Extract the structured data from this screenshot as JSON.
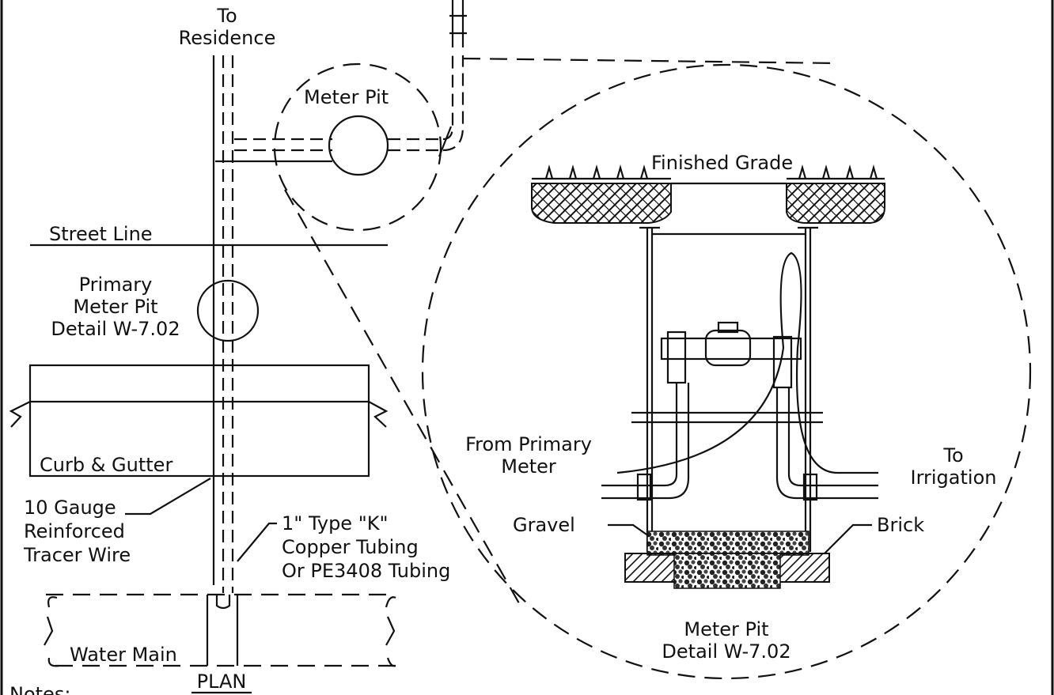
{
  "plan": {
    "to_residence_1": "To",
    "to_residence_2": "Residence",
    "meter_pit": "Meter Pit",
    "street_line": "Street Line",
    "primary_1": "Primary",
    "primary_2": "Meter Pit",
    "primary_3": "Detail W-7.02",
    "curb": "Curb & Gutter",
    "tracer_1": "10 Gauge",
    "tracer_2": "Reinforced",
    "tracer_3": "Tracer Wire",
    "tubing_1": "1\" Type \"K\"",
    "tubing_2": "Copper Tubing",
    "tubing_3": "Or PE3408 Tubing",
    "water_main": "Water Main",
    "plan_title": "PLAN",
    "notes": "Notes:"
  },
  "detail": {
    "finished_grade": "Finished Grade",
    "from_primary_1": "From Primary",
    "from_primary_2": "Meter",
    "to_irrigation_1": "To",
    "to_irrigation_2": "Irrigation",
    "gravel": "Gravel",
    "brick": "Brick",
    "title_1": "Meter Pit",
    "title_2": "Detail W-7.02"
  }
}
